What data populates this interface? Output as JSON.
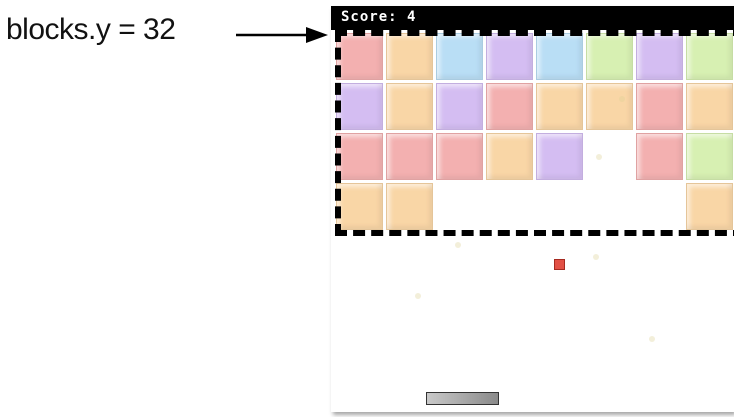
{
  "annotation": {
    "label": "blocks.y = 32"
  },
  "game": {
    "score_text": "Score: 4",
    "blocks": [
      [
        "red",
        "orange",
        "blue",
        "purple",
        "blue",
        "green",
        "purple",
        "green"
      ],
      [
        "purple",
        "orange",
        "purple",
        "red",
        "orange",
        "orange",
        "red",
        "orange"
      ],
      [
        "red",
        "red",
        "red",
        "orange",
        "purple",
        "empty",
        "red",
        "green"
      ],
      [
        "orange",
        "orange",
        "empty",
        "empty",
        "empty",
        "empty",
        "empty",
        "orange"
      ]
    ],
    "colors": {
      "red": "#f3b0b0",
      "orange": "#f9d6a6",
      "blue": "#b9def5",
      "purple": "#d4bdf2",
      "green": "#d7f0b2",
      "ball": "#e25045",
      "score_bar": "#000000"
    }
  }
}
